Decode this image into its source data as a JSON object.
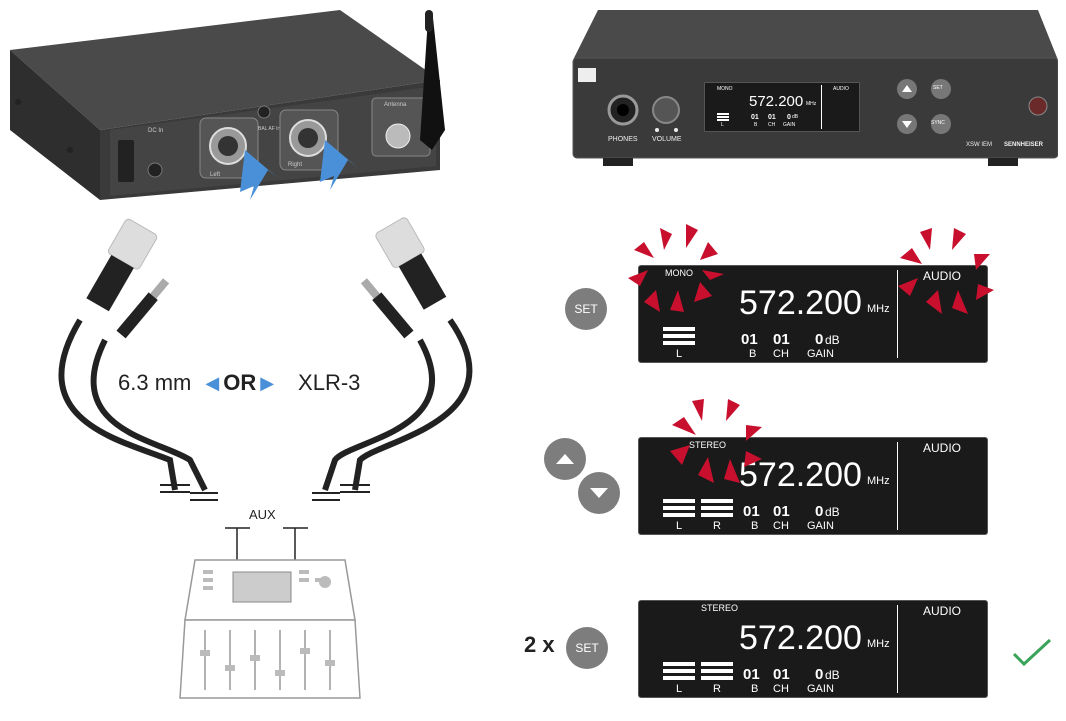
{
  "devices": {
    "receiver_back": {
      "dc_in": "DC In",
      "inputs_label": "BAL AF In",
      "left": "Left",
      "right": "Right",
      "antenna": "Antenna"
    },
    "transmitter_front": {
      "phones": "PHONES",
      "volume": "VOLUME",
      "set": "SET",
      "sync": "SYNC",
      "model": "XSW IEM",
      "brand": "SENNHEISER",
      "display": {
        "mode": "MONO",
        "freq": "572.200",
        "unit": "MHz",
        "audio": "AUDIO",
        "l": "L",
        "b_val": "01",
        "b_lbl": "B",
        "ch_val": "01",
        "ch_lbl": "CH",
        "gain_val": "0",
        "gain_unit": "dB",
        "gain_lbl": "GAIN"
      }
    }
  },
  "cables": {
    "option_left": "6.3 mm",
    "or": "OR",
    "option_right": "XLR-3",
    "aux": "AUX"
  },
  "steps": [
    {
      "action_prefix": "",
      "action_button": "SET",
      "display": {
        "mode": "MONO",
        "freq": "572.200",
        "unit": "MHz",
        "audio": "AUDIO",
        "ch_left": "L",
        "ch_right": "",
        "b_val": "01",
        "b_lbl": "B",
        "ch_val": "01",
        "ch_lbl": "CH",
        "gain_val": "0",
        "gain_unit": "dB",
        "gain_lbl": "GAIN"
      }
    },
    {
      "action_prefix": "",
      "action_button": "",
      "display": {
        "mode": "STEREO",
        "freq": "572.200",
        "unit": "MHz",
        "audio": "AUDIO",
        "ch_left": "L",
        "ch_right": "R",
        "b_val": "01",
        "b_lbl": "B",
        "ch_val": "01",
        "ch_lbl": "CH",
        "gain_val": "0",
        "gain_unit": "dB",
        "gain_lbl": "GAIN"
      }
    },
    {
      "action_prefix": "2 x",
      "action_button": "SET",
      "display": {
        "mode": "STEREO",
        "freq": "572.200",
        "unit": "MHz",
        "audio": "AUDIO",
        "ch_left": "L",
        "ch_right": "R",
        "b_val": "01",
        "b_lbl": "B",
        "ch_val": "01",
        "ch_lbl": "CH",
        "gain_val": "0",
        "gain_unit": "dB",
        "gain_lbl": "GAIN"
      }
    }
  ],
  "colors": {
    "arrow_blue": "#4a90d9",
    "blink_red": "#c8102e",
    "check_green": "#3aa35a",
    "button_grey": "#7d7d7d"
  }
}
